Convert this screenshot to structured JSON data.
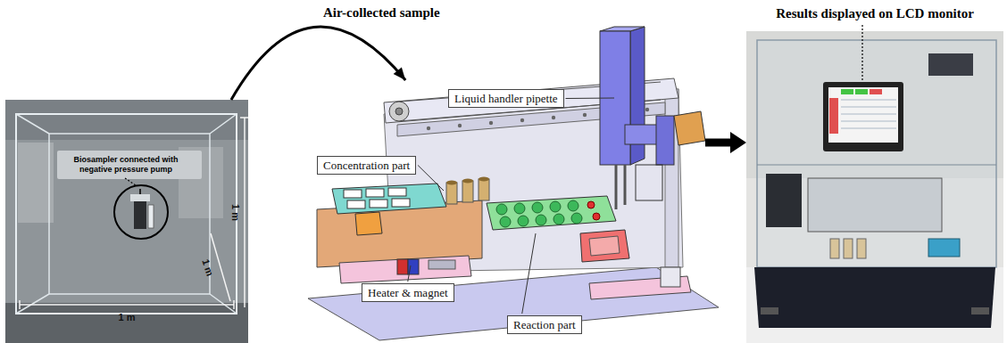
{
  "diagram": {
    "nodes": [
      {
        "text": [
          "Biosampler connected with negative pressure pump"
        ]
      },
      {
        "text": []
      },
      {
        "text": [
          "Results displayed on LCD monitor"
        ]
      },
      {
        "text": [
          "Liquid handler pipette"
        ],
        "in": 1
      },
      {
        "text": [
          "Concentration part"
        ],
        "in": 1
      },
      {
        "text": [
          "Heater & magnet"
        ],
        "in": 1
      },
      {
        "text": [
          "Reaction part"
        ],
        "in": 1
      }
    ],
    "edges": [
      {
        "from": 0,
        "to": 1,
        "arrow": "to",
        "label": "Air-collected sample"
      },
      {
        "from": 1,
        "to": 2,
        "arrow": "to"
      }
    ],
    "labels": [
      "1 m",
      "1 m",
      "1 m"
    ]
  }
}
